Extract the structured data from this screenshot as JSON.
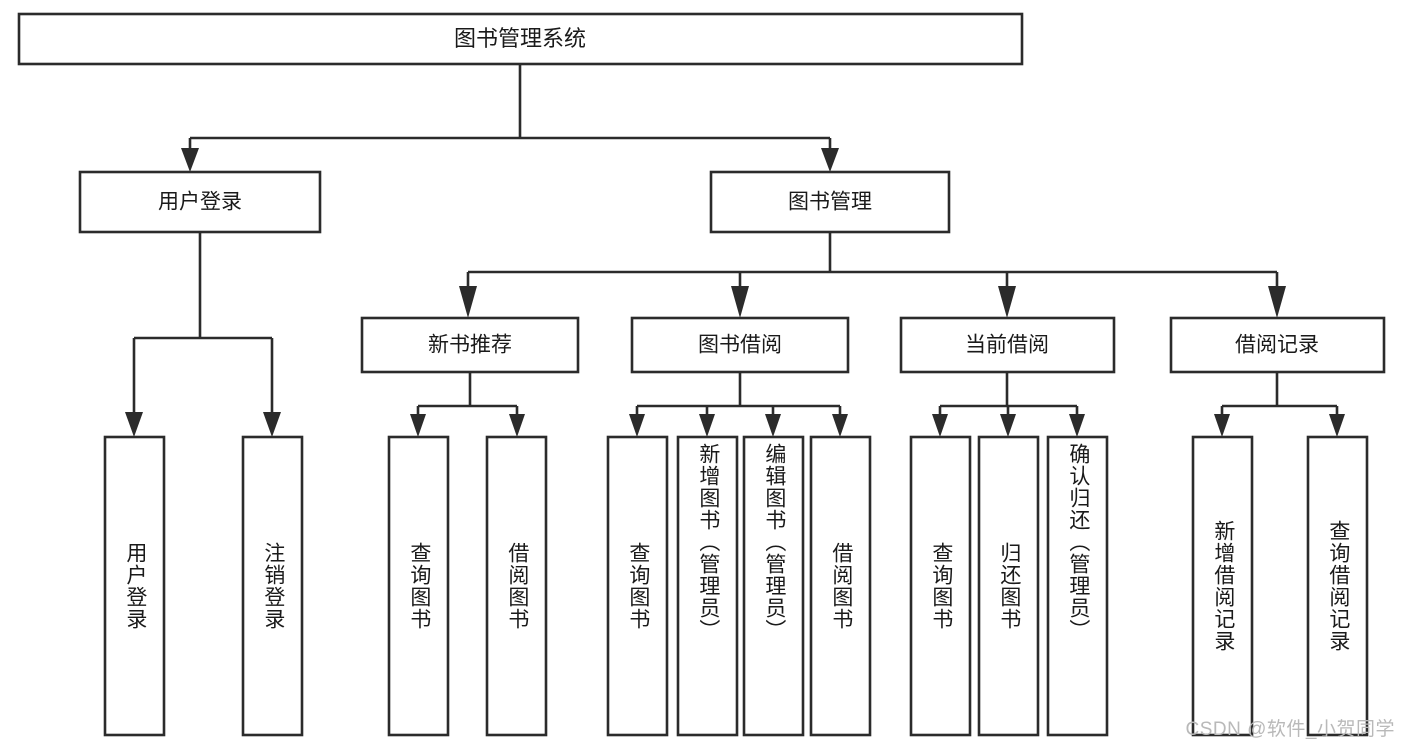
{
  "diagram": {
    "type": "tree",
    "title": "图书管理系统",
    "orientation": "top-down",
    "root": {
      "id": "root",
      "label": "图书管理系统",
      "level": 1
    },
    "level2": [
      {
        "id": "user-login",
        "label": "用户登录"
      },
      {
        "id": "book-manage",
        "label": "图书管理"
      }
    ],
    "level3": [
      {
        "id": "new-book-recommend",
        "label": "新书推荐",
        "parent": "book-manage"
      },
      {
        "id": "book-borrow",
        "label": "图书借阅",
        "parent": "book-manage"
      },
      {
        "id": "current-borrow",
        "label": "当前借阅",
        "parent": "book-manage"
      },
      {
        "id": "borrow-record",
        "label": "借阅记录",
        "parent": "book-manage"
      }
    ],
    "leaves": [
      {
        "id": "leaf-user-login",
        "label": "用户登录",
        "parent": "user-login"
      },
      {
        "id": "leaf-user-logout",
        "label": "注销登录",
        "parent": "user-login"
      },
      {
        "id": "leaf-query-book-1",
        "label": "查询图书",
        "parent": "new-book-recommend"
      },
      {
        "id": "leaf-borrow-book-1",
        "label": "借阅图书",
        "parent": "new-book-recommend"
      },
      {
        "id": "leaf-query-book-2",
        "label": "查询图书",
        "parent": "book-borrow"
      },
      {
        "id": "leaf-add-book",
        "label": "新增图书（管理员）",
        "parent": "book-borrow"
      },
      {
        "id": "leaf-edit-book",
        "label": "编辑图书（管理员）",
        "parent": "book-borrow"
      },
      {
        "id": "leaf-borrow-book-2",
        "label": "借阅图书",
        "parent": "book-borrow"
      },
      {
        "id": "leaf-query-book-3",
        "label": "查询图书",
        "parent": "current-borrow"
      },
      {
        "id": "leaf-return-book",
        "label": "归还图书",
        "parent": "current-borrow"
      },
      {
        "id": "leaf-confirm-return",
        "label": "确认归还（管理员）",
        "parent": "current-borrow"
      },
      {
        "id": "leaf-add-record",
        "label": "新增借阅记录",
        "parent": "borrow-record"
      },
      {
        "id": "leaf-query-record",
        "label": "查询借阅记录",
        "parent": "borrow-record"
      }
    ],
    "colors": {
      "box_stroke": "#2b2b2b",
      "box_fill": "#ffffff",
      "text": "#1a1a1a",
      "background": "#ffffff",
      "watermark": "#b9b9b9"
    }
  },
  "watermark": {
    "text": "CSDN @软件_小贺同学"
  }
}
